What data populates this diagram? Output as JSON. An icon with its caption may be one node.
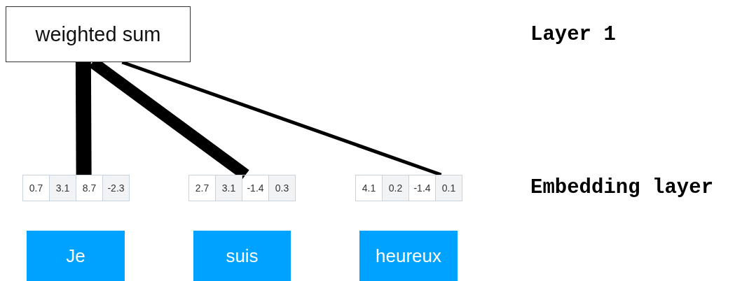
{
  "diagram": {
    "nodes": [
      {
        "text": [
          "weighted sum"
        ]
      },
      {
        "text": [
          "0.7",
          "3.1",
          "8.7",
          "-2.3"
        ]
      },
      {
        "text": [
          "2.7",
          "3.1",
          "-1.4",
          "0.3"
        ]
      },
      {
        "text": [
          "4.1",
          "0.2",
          "-1.4",
          "0.1"
        ]
      },
      {
        "text": [
          "Je"
        ]
      },
      {
        "text": [
          "suis"
        ]
      },
      {
        "text": [
          "heureux"
        ]
      }
    ],
    "edges": [
      {
        "from": 1,
        "to": 0,
        "arrow": "none"
      },
      {
        "from": 2,
        "to": 0,
        "arrow": "none"
      },
      {
        "from": 3,
        "to": 0,
        "arrow": "none"
      }
    ],
    "labels": [
      "Layer 1",
      "Embedding layer"
    ]
  }
}
